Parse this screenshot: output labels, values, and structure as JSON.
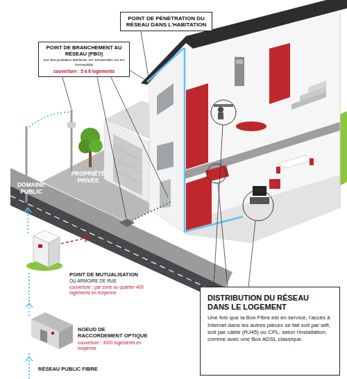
{
  "diagram": {
    "nodes": [
      {
        "text": [
          "POINT DE PÉNÉTRATION DU RÉSEAU DANS L'HABITATION"
        ]
      },
      {
        "text": [
          "POINT DE BRANCHEMENT AU RÉSEAU (PBO)",
          "sur les poteaux aériens, en souterrain ou en immeuble",
          "couverture : 5 à 6 logements"
        ]
      },
      {
        "text": [
          "DISTRIBUTION DU RÉSEAU DANS LE LOGEMENT",
          "Une fois que la Box Fibre est en service, l'accès à Internet dans les autres pièces se fait soit par wifi, soit par câble (RJ45) ou CPL, selon l'installation, comme avec une Box ADSL classique."
        ]
      }
    ],
    "labels": [
      "PROPRIÉTÉ PRIVÉE",
      "DOMAINE PUBLIC",
      "POINT DE MUTUALISATION",
      "OU ARMOIRE DE RUE",
      "couverture : par zone ou quartier 400 logements en moyenne",
      "NOEUD DE RACCORDEMENT OPTIQUE",
      "couverture : 3000 logements en moyenne",
      "RÉSEAU PUBLIC FIBRE"
    ]
  }
}
